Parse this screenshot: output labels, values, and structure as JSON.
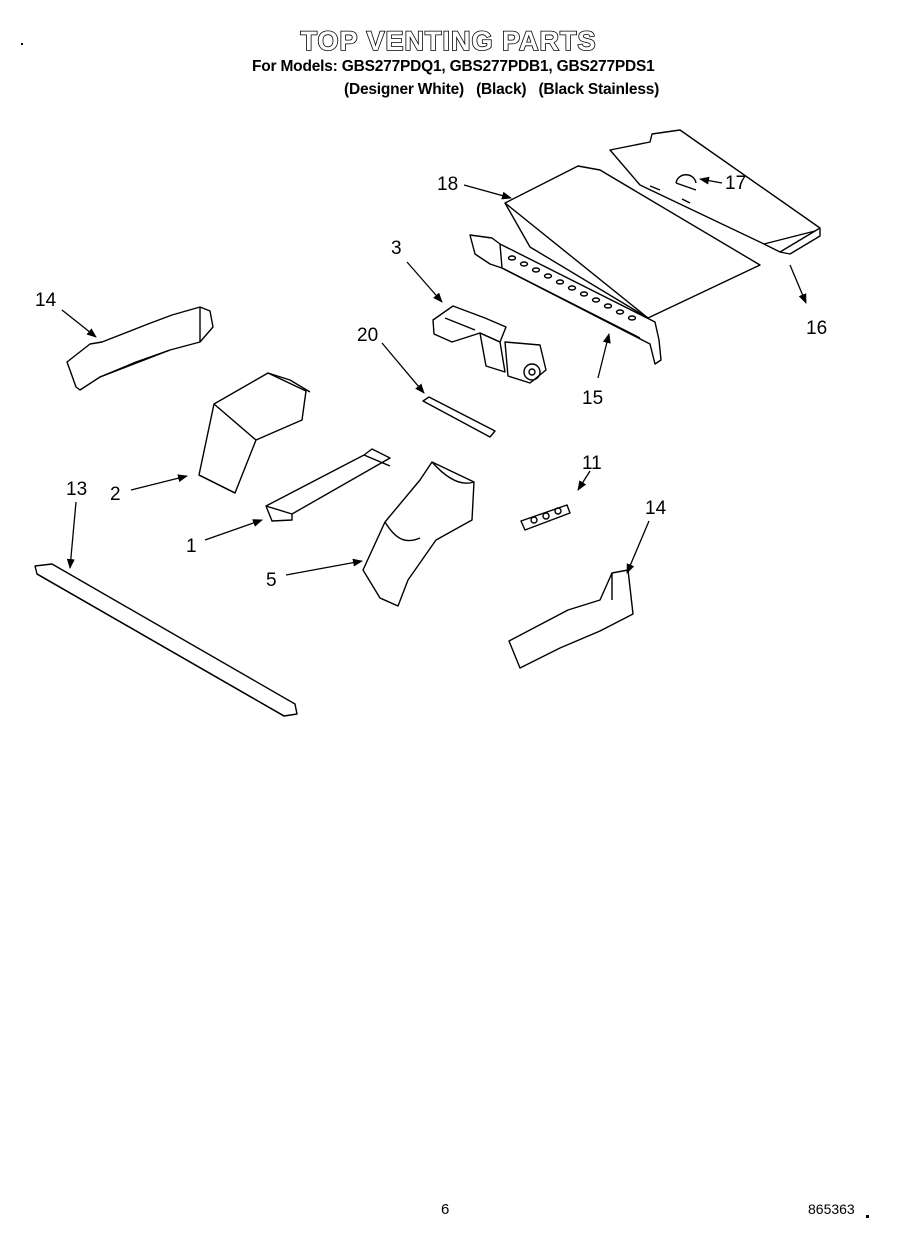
{
  "header": {
    "title": "TOP VENTING PARTS",
    "models_line": "For Models: GBS277PDQ1, GBS277PDB1, GBS277PDS1",
    "variants": [
      "(Designer White)",
      "(Black)",
      "(Black Stainless)"
    ]
  },
  "callouts": {
    "c1": "1",
    "c2": "2",
    "c3": "3",
    "c5": "5",
    "c11": "11",
    "c13": "13",
    "c14_left": "14",
    "c14_right": "14",
    "c15": "15",
    "c16": "16",
    "c17": "17",
    "c18": "18",
    "c20": "20"
  },
  "footer": {
    "page_number": "6",
    "document_id": "865363"
  }
}
